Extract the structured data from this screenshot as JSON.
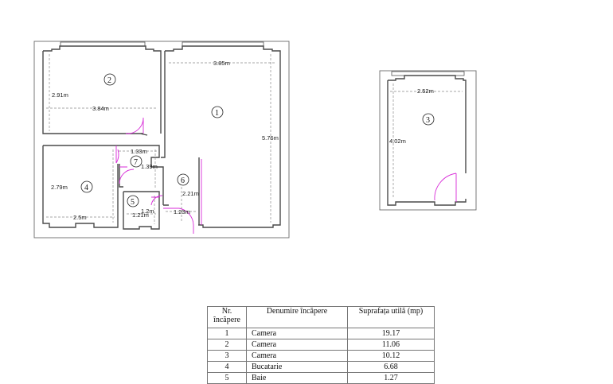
{
  "rooms": [
    {
      "nr": "1",
      "name": "Camera",
      "area": "19.17"
    },
    {
      "nr": "2",
      "name": "Camera",
      "area": "11.06"
    },
    {
      "nr": "3",
      "name": "Camera",
      "area": "10.12"
    },
    {
      "nr": "4",
      "name": "Bucatarie",
      "area": "6.68"
    },
    {
      "nr": "5",
      "name": "Baie",
      "area": "1.27"
    }
  ],
  "table_headers": {
    "nr": "Nr. încăpere",
    "name": "Denumire încăpere",
    "area": "Suprafața utilă (mp)"
  },
  "room_labels": {
    "r1": "1",
    "r2": "2",
    "r3": "3",
    "r4": "4",
    "r5": "5",
    "r6": "6",
    "r7": "7"
  },
  "dimensions": {
    "r1_width": "3.85m",
    "r1_length": "5.76m",
    "r2_height": "2.91m",
    "r2_width": "3.84m",
    "r3_width": "2.52m",
    "r3_length": "4.02m",
    "r4_height": "2.79m",
    "r4_width": "2.5m",
    "r5_width": "1.21m",
    "r5_height": "1.2m",
    "r6_height": "2.21m",
    "r6_width": "1.23m",
    "r7_width": "1.33m",
    "r7_height": "1.39m"
  }
}
